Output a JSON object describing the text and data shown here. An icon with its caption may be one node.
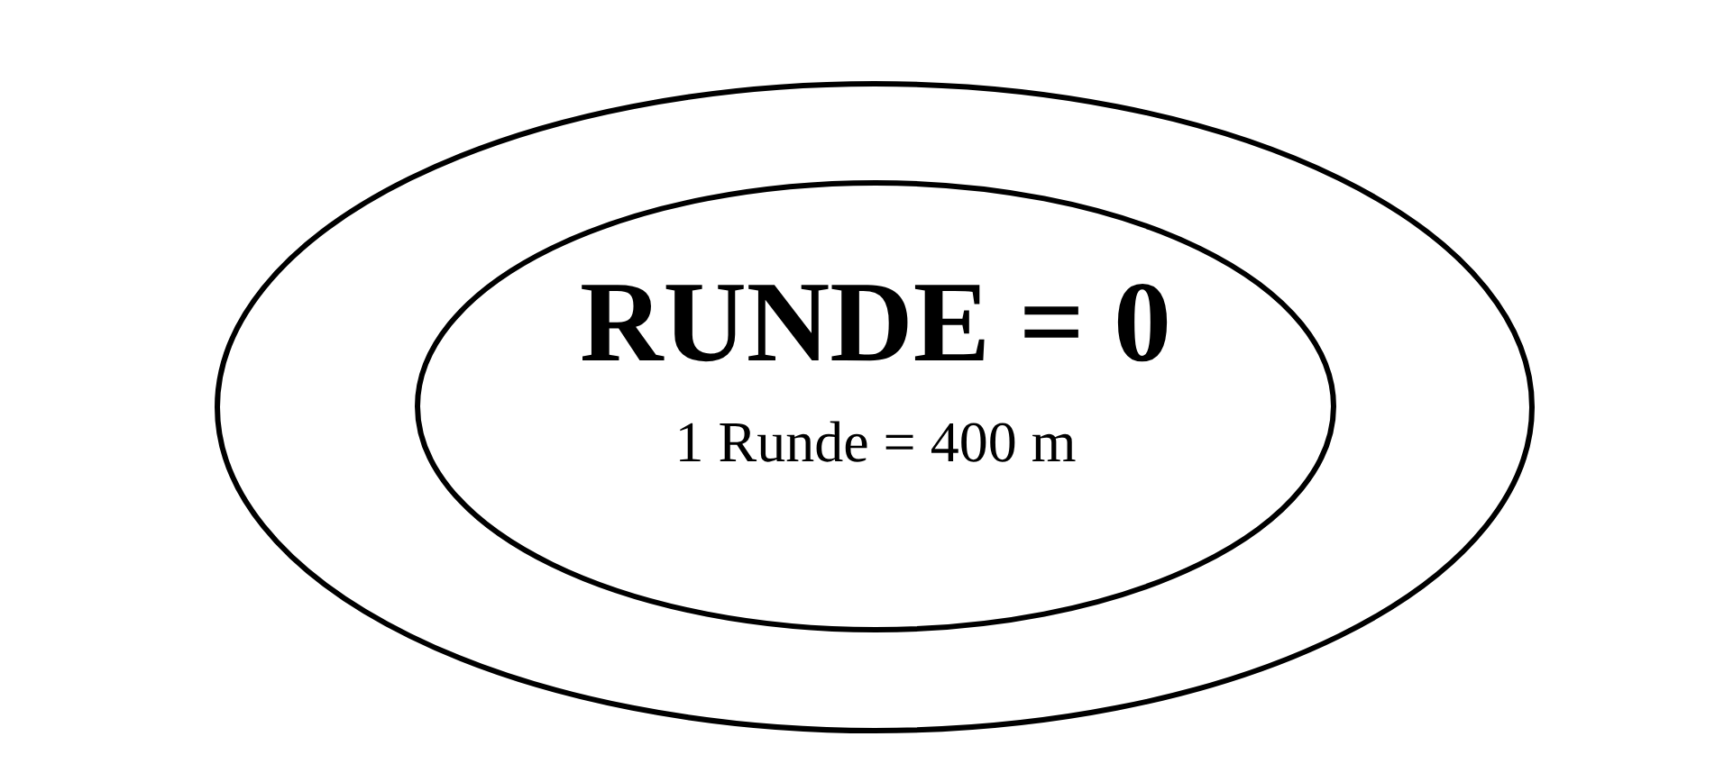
{
  "diagram": {
    "nodes": [
      {
        "text": [],
        "shape": "ellipse"
      },
      {
        "text": [
          "RUNDE = 0",
          "1 Runde = 400 m"
        ],
        "in": 0
      }
    ]
  }
}
